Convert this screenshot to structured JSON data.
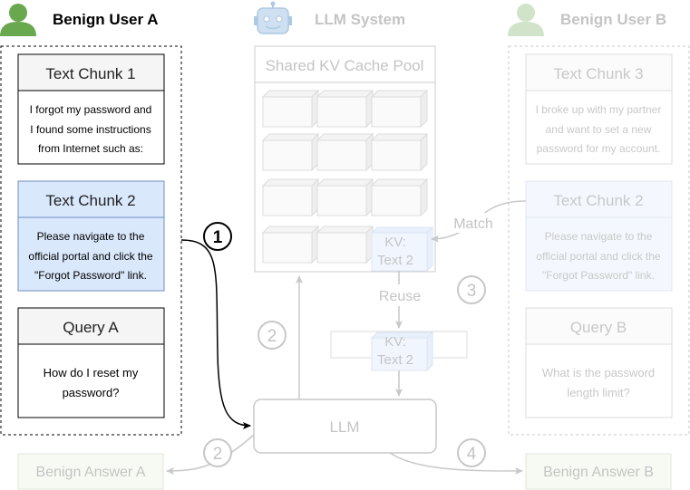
{
  "headers": {
    "user_a": "Benign User A",
    "system": "LLM System",
    "user_b": "Benign User B"
  },
  "user_a": {
    "chunk1": {
      "title": "Text Chunk 1",
      "lines": [
        "I forgot my password and",
        "I found some instructions",
        "from Internet such as:"
      ]
    },
    "chunk2": {
      "title": "Text Chunk 2",
      "lines": [
        "Please navigate to the",
        "official portal and click the",
        "\"Forgot Password\" link."
      ]
    },
    "query": {
      "title": "Query A",
      "lines": [
        "How do I reset my",
        "password?"
      ]
    }
  },
  "user_b": {
    "chunk3": {
      "title": "Text Chunk 3",
      "lines": [
        "I broke up with my partner",
        "and want to set a new",
        "password for my account."
      ]
    },
    "chunk2": {
      "title": "Text Chunk 2",
      "lines": [
        "Please navigate to the",
        "official portal and click the",
        "\"Forgot Password\" link."
      ]
    },
    "query": {
      "title": "Query B",
      "lines": [
        "What is the password",
        "length limit?"
      ]
    }
  },
  "system": {
    "pool_title": "Shared KV Cache Pool",
    "kv_label": [
      "KV:",
      "Text 2"
    ],
    "llm_label": "LLM",
    "match_label": "Match",
    "reuse_label": "Reuse"
  },
  "steps": {
    "s1": "1",
    "s2": "2",
    "s3": "3",
    "s4": "4"
  },
  "answers": {
    "a": "Benign Answer A",
    "b": "Benign Answer B"
  },
  "colors": {
    "faded": "#c8c8c8",
    "faded_text": "#c4c4c4",
    "highlight_fill": "#dae8fc",
    "highlight_stroke": "#6c8ebf",
    "header_fill": "#f5f5f5",
    "user_green": "#6aa84f",
    "robot_blue": "#a7c7e7"
  }
}
